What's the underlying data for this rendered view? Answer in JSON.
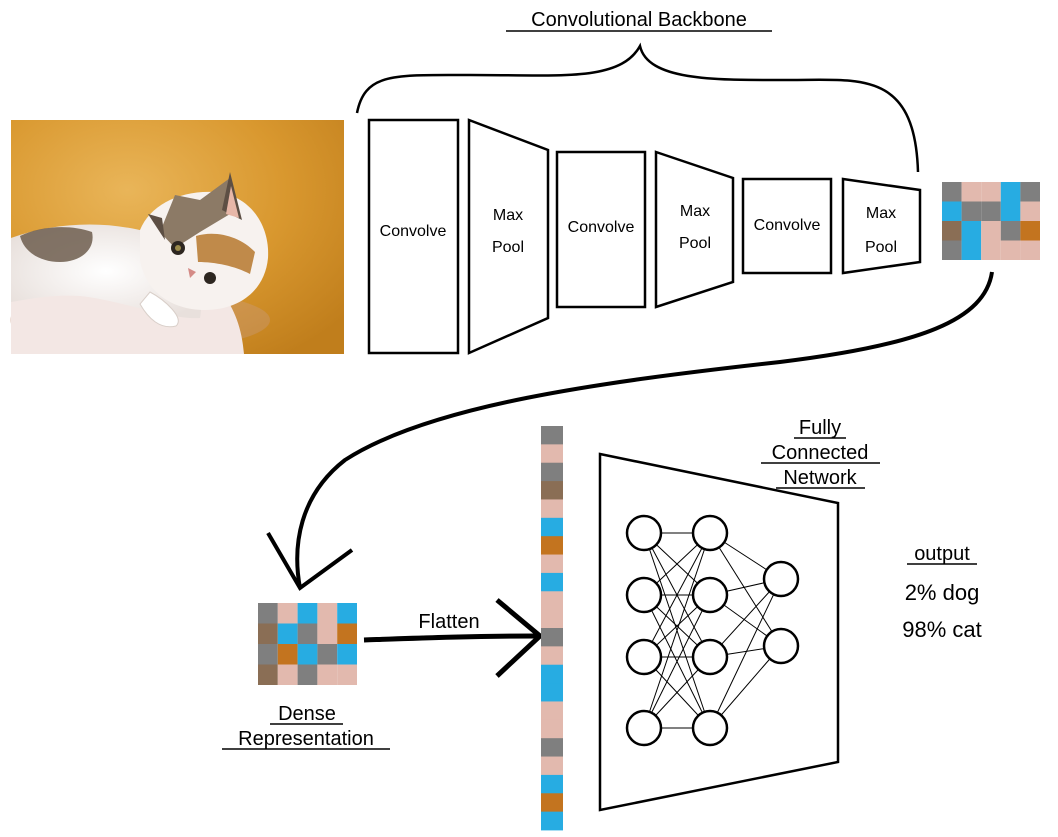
{
  "backbone": {
    "title": "Convolutional Backbone",
    "layers": [
      {
        "kind": "convolve",
        "label": "Convolve"
      },
      {
        "kind": "pool",
        "label_line1": "Max",
        "label_line2": "Pool"
      },
      {
        "kind": "convolve",
        "label": "Convolve"
      },
      {
        "kind": "pool",
        "label_line1": "Max",
        "label_line2": "Pool"
      },
      {
        "kind": "convolve",
        "label": "Convolve"
      },
      {
        "kind": "pool",
        "label_line1": "Max",
        "label_line2": "Pool"
      }
    ]
  },
  "input_image": {
    "subject": "kitten-photo"
  },
  "dense_representation": {
    "line1": "Dense",
    "line2": "Representation"
  },
  "flatten_label": "Flatten",
  "fully_connected": {
    "line1": "Fully",
    "line2": "Connected",
    "line3": "Network"
  },
  "network_layers": [
    4,
    4,
    2
  ],
  "output": {
    "title": "output",
    "lines": [
      "2% dog",
      "98% cat"
    ]
  },
  "feature_colors": {
    "gray": "#7f7f7f",
    "pink": "#e2b9ae",
    "blue": "#27ace2",
    "orange": "#c3741f",
    "brown": "#8a6e55"
  },
  "feature_map_top": [
    [
      "gray",
      "pink",
      "pink",
      "blue",
      "gray"
    ],
    [
      "blue",
      "gray",
      "gray",
      "blue",
      "pink"
    ],
    [
      "brown",
      "blue",
      "pink",
      "gray",
      "orange"
    ],
    [
      "gray",
      "blue",
      "pink",
      "pink",
      "pink"
    ]
  ],
  "feature_map_dense": [
    [
      "gray",
      "pink",
      "blue",
      "pink",
      "blue"
    ],
    [
      "brown",
      "blue",
      "gray",
      "pink",
      "orange"
    ],
    [
      "gray",
      "orange",
      "blue",
      "gray",
      "blue"
    ],
    [
      "brown",
      "pink",
      "gray",
      "pink",
      "pink"
    ]
  ],
  "flattened_vector": [
    "gray",
    "pink",
    "gray",
    "brown",
    "pink",
    "blue",
    "orange",
    "pink",
    "blue",
    "pink",
    "pink",
    "gray",
    "pink",
    "blue",
    "blue",
    "pink",
    "pink",
    "gray",
    "pink",
    "blue",
    "orange",
    "blue"
  ]
}
